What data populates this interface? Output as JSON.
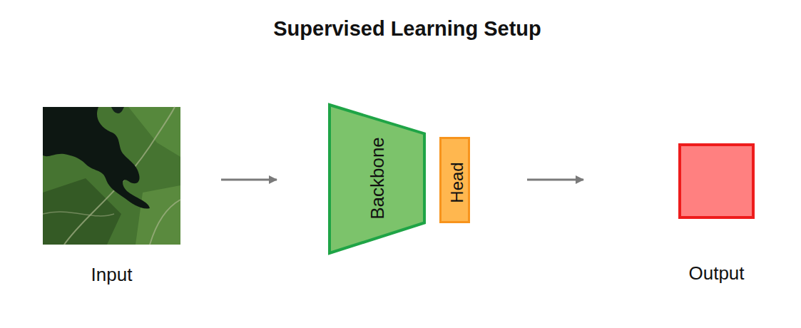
{
  "diagram": {
    "title": "Supervised Learning Setup",
    "nodes": [
      {
        "text": [
          "Input"
        ]
      },
      {
        "text": [
          "Backbone"
        ]
      },
      {
        "text": [
          "Head"
        ]
      },
      {
        "text": [
          "Output"
        ]
      }
    ],
    "edges": [
      {
        "from": 0,
        "to": 1,
        "arrow": "to"
      },
      {
        "from": 2,
        "to": 3,
        "arrow": "to"
      }
    ]
  }
}
